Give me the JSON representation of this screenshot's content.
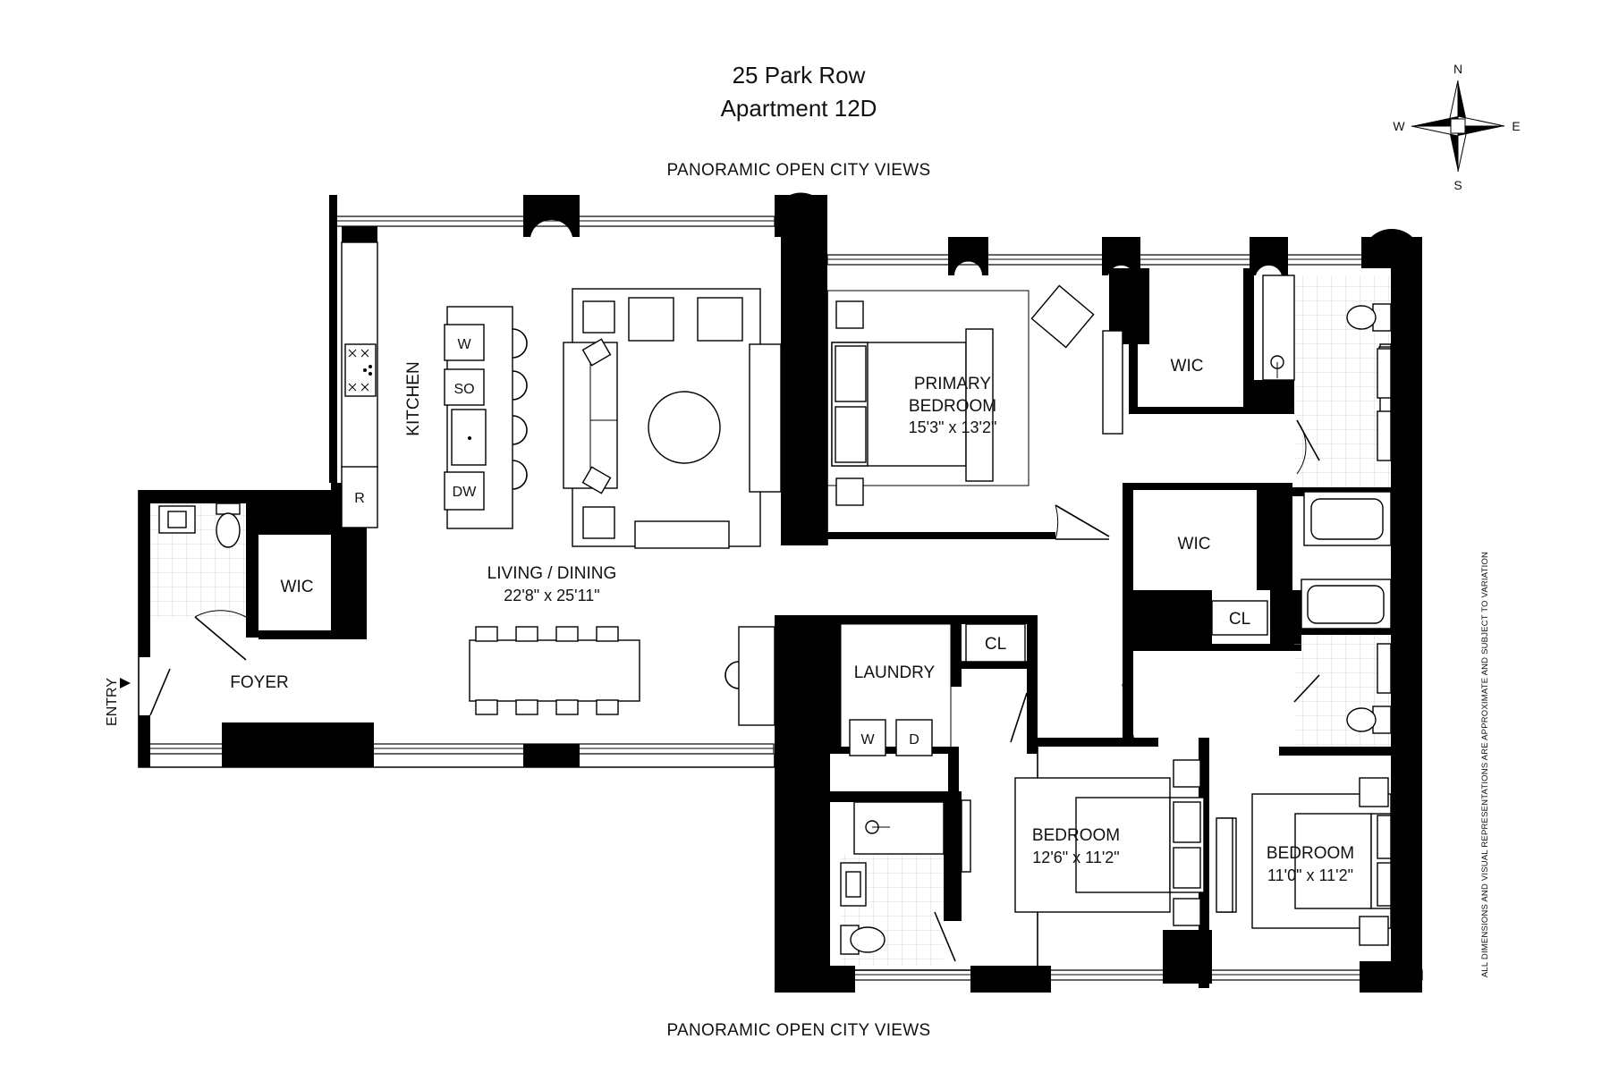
{
  "header": {
    "address": "25 Park Row",
    "unit": "Apartment 12D"
  },
  "views": {
    "top": "PANORAMIC OPEN CITY VIEWS",
    "bottom": "PANORAMIC OPEN CITY VIEWS"
  },
  "compass": {
    "north": "N",
    "south": "S",
    "east": "E",
    "west": "W"
  },
  "rooms": {
    "kitchen": {
      "label": "KITCHEN"
    },
    "living": {
      "label": "LIVING / DINING",
      "dims": "22'8\" x 25'11\""
    },
    "primary": {
      "label_1": "PRIMARY",
      "label_2": "BEDROOM",
      "dims": "15'3\" x 13'2\""
    },
    "wic_primary": {
      "label": "WIC"
    },
    "wic_middle": {
      "label": "WIC"
    },
    "wic_foyer": {
      "label": "WIC"
    },
    "foyer": {
      "label": "FOYER"
    },
    "entry": {
      "label": "ENTRY"
    },
    "laundry": {
      "label": "LAUNDRY"
    },
    "closet_a": {
      "label": "CL"
    },
    "closet_b": {
      "label": "CL"
    },
    "bedroom_2": {
      "label": "BEDROOM",
      "dims": "12'6\" x 11'2\""
    },
    "bedroom_3": {
      "label": "BEDROOM",
      "dims": "11'0\" x 11'2\""
    }
  },
  "appliances": {
    "washer_kitchen": "W",
    "steam_oven": "SO",
    "dishwasher": "DW",
    "refrigerator": "R",
    "washer": "W",
    "dryer": "D"
  },
  "disclaimer": "ALL DIMENSIONS AND VISUAL REPRESENTATIONS ARE APPROXIMATE AND SUBJECT TO VARIATION"
}
